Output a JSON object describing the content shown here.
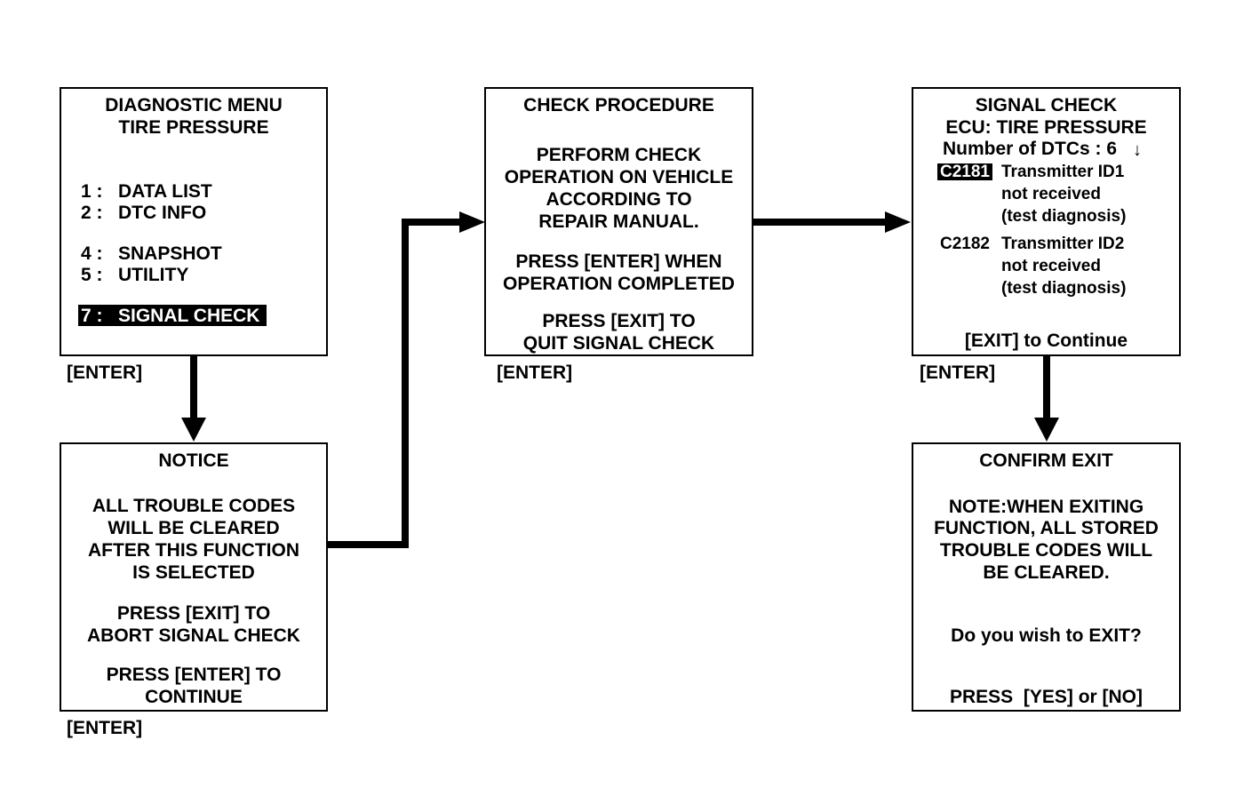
{
  "diagnostic_menu": {
    "title": "DIAGNOSTIC MENU",
    "subtitle": "TIRE PRESSURE",
    "items": [
      {
        "num": "1 :",
        "label": "DATA LIST"
      },
      {
        "num": "2 :",
        "label": "DTC INFO"
      },
      {
        "num": "4 :",
        "label": "SNAPSHOT"
      },
      {
        "num": "5 :",
        "label": "UTILITY"
      },
      {
        "num": "7 :",
        "label": "SIGNAL CHECK",
        "selected": true
      }
    ],
    "key_label": "[ENTER]"
  },
  "notice": {
    "title": "NOTICE",
    "lines": [
      "ALL TROUBLE CODES",
      "WILL BE CLEARED",
      "AFTER THIS FUNCTION",
      "IS SELECTED"
    ],
    "exit_lines": [
      "PRESS [EXIT] TO",
      "ABORT SIGNAL CHECK"
    ],
    "enter_lines": [
      "PRESS [ENTER] TO",
      "CONTINUE"
    ],
    "key_label": "[ENTER]"
  },
  "check_procedure": {
    "title": "CHECK PROCEDURE",
    "lines": [
      "PERFORM CHECK",
      "OPERATION ON VEHICLE",
      "ACCORDING TO",
      "REPAIR MANUAL."
    ],
    "enter_lines": [
      "PRESS [ENTER] WHEN",
      "OPERATION COMPLETED"
    ],
    "exit_lines": [
      "PRESS [EXIT] TO",
      "QUIT SIGNAL CHECK"
    ],
    "key_label": "[ENTER]"
  },
  "signal_check": {
    "title": "SIGNAL CHECK",
    "ecu": "ECU: TIRE PRESSURE",
    "dtc_count": "Number of DTCs : 6",
    "scroll_glyph": "↓",
    "dtcs": [
      {
        "code": "C2181",
        "lines": [
          "Transmitter ID1",
          "not received",
          "(test diagnosis)"
        ],
        "highlighted": true
      },
      {
        "code": "C2182",
        "lines": [
          "Transmitter ID2",
          "not received",
          "(test diagnosis)"
        ],
        "highlighted": false
      }
    ],
    "footer": "[EXIT] to Continue",
    "key_label": "[ENTER]"
  },
  "confirm_exit": {
    "title": "CONFIRM EXIT",
    "lines": [
      "NOTE:WHEN EXITING",
      "FUNCTION, ALL STORED",
      "TROUBLE CODES WILL",
      "BE CLEARED."
    ],
    "question": "Do you wish to EXIT?",
    "prompt": "PRESS  [YES] or [NO]"
  }
}
